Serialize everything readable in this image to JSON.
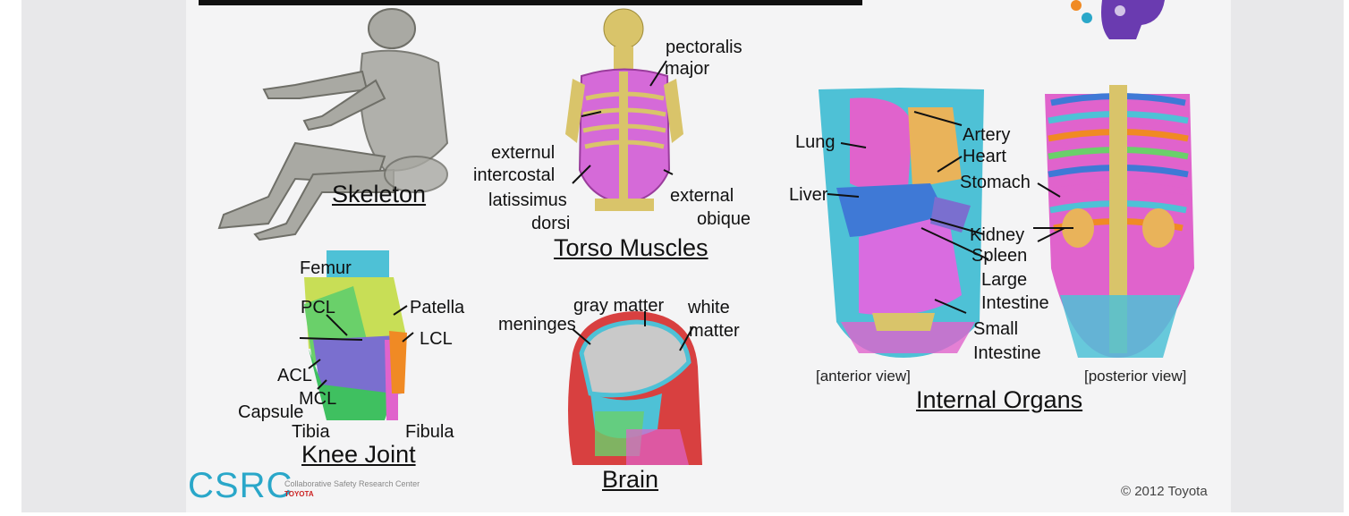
{
  "labels": {
    "skeleton_title": "Skeleton",
    "torso_title": "Torso Muscles",
    "pectoralis": "pectoralis",
    "major": "major",
    "externul": "externul",
    "intercostal": "intercostal",
    "latissimus": "latissimus",
    "dorsi": "dorsi",
    "external": "external",
    "obique": "obique",
    "lung": "Lung",
    "liver": "Liver",
    "artery": "Artery",
    "heart": "Heart",
    "stomach": "Stomach",
    "kidney": "Kidney",
    "spleen": "Spleen",
    "large": "Large",
    "intestine1": "Intestine",
    "small": "Small",
    "intestine2": "Intestine",
    "anterior": "[anterior view]",
    "posterior": "[posterior view]",
    "organs_title": "Internal Organs",
    "femur": "Femur",
    "pcl": "PCL",
    "patella": "Patella",
    "lcl": "LCL",
    "acl": "ACL",
    "mcl": "MCL",
    "capsule": "Capsule",
    "tibia": "Tibia",
    "fibula": "Fibula",
    "knee_title": "Knee Joint",
    "gray_matter": "gray matter",
    "white": "white",
    "matter": "matter",
    "meninges": "meninges",
    "brain_title": "Brain"
  },
  "footer": {
    "logo": "CSRC",
    "logo_sub": "Collaborative Safety Research Center",
    "logo_brand": "TOYOTA",
    "copyright": "© 2012 Toyota"
  },
  "colors": {
    "accent": "#2aa7c9",
    "bone": "#d9c46a",
    "muscle": "#d56ad8",
    "organ_blue": "#5a8fd8"
  }
}
